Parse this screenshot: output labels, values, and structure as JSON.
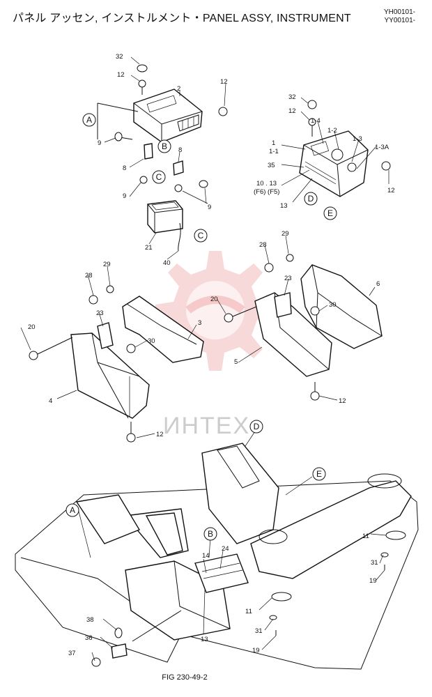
{
  "header": {
    "title": "パネル アッセン, インストルメント・PANEL ASSY, INSTRUMENT",
    "codes": [
      "YH00101-",
      "YY00101-"
    ]
  },
  "figure": {
    "caption": "FIG 230-49-2"
  },
  "watermark": {
    "text": "ИНТЕХ",
    "color": "#f3b9b9"
  },
  "callouts": [
    "A",
    "B",
    "C",
    "D",
    "E"
  ],
  "part_labels": {
    "p32a": "32",
    "p12a": "12",
    "p2": "2",
    "p12b": "12",
    "p9a": "9",
    "p8a": "8",
    "p8b": "8",
    "p9b": "9",
    "p9c": "9",
    "p21": "21",
    "p40": "40",
    "p32b": "32",
    "p12c": "12",
    "p1_4": "1-4",
    "p1_2": "1-2",
    "p1_3": "1-3",
    "p1_3a": "1-3A",
    "p1": "1",
    "p1_1": "1-1",
    "p35": "35",
    "p10_13": "10 . 13",
    "pF6F5": "(F6)  (F5)",
    "p13a": "13",
    "p12d": "12",
    "p28a": "28",
    "p29a": "29",
    "p23a": "23",
    "p20a": "20",
    "p30a": "30",
    "p3": "3",
    "p4": "4",
    "p12e": "12",
    "p28b": "28",
    "p29b": "29",
    "p23b": "23",
    "p20b": "20",
    "p30b": "30",
    "p6": "6",
    "p5": "5",
    "p12f": "12",
    "p11a": "11",
    "p31a": "31",
    "p19a": "19",
    "p14": "14",
    "p24": "24",
    "p13b": "13",
    "p11b": "11",
    "p31b": "31",
    "p19b": "19",
    "p38": "38",
    "p36": "36",
    "p37": "37"
  }
}
